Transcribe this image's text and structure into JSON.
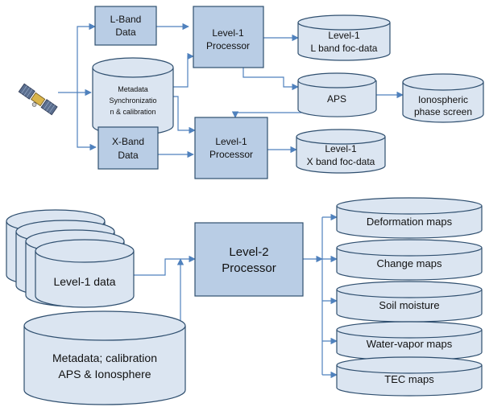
{
  "top": {
    "lband_data": [
      "L-Band",
      "Data"
    ],
    "xband_data": [
      "X-Band",
      "Data"
    ],
    "metadata_sync": [
      "Metadata",
      "Synchronizatio",
      "n & calibration"
    ],
    "level1_processor_top": [
      "Level-1",
      "Processor"
    ],
    "level1_processor_bottom": [
      "Level-1",
      "Processor"
    ],
    "lband_foc": [
      "Level-1",
      "L band foc-data"
    ],
    "aps": "APS",
    "ionospheric": [
      "Ionospheric",
      "phase screen"
    ],
    "xband_foc": [
      "Level-1",
      "X band foc-data"
    ]
  },
  "bottom": {
    "level1_data": "Level-1 data",
    "metadata_calibration": [
      "Metadata;  calibration",
      "APS & Ionosphere"
    ],
    "level2_processor": [
      "Level-2",
      "Processor"
    ],
    "outputs": [
      "Deformation maps",
      "Change maps",
      "Soil moisture",
      "Water-vapor maps",
      "TEC maps"
    ]
  },
  "colors": {
    "box_fill": "#b9cde5",
    "cylinder_fill": "#dbe5f1",
    "outline": "#2f4f6f",
    "arrow": "#4f81bd"
  },
  "icons": {
    "satellite": "satellite-icon"
  }
}
